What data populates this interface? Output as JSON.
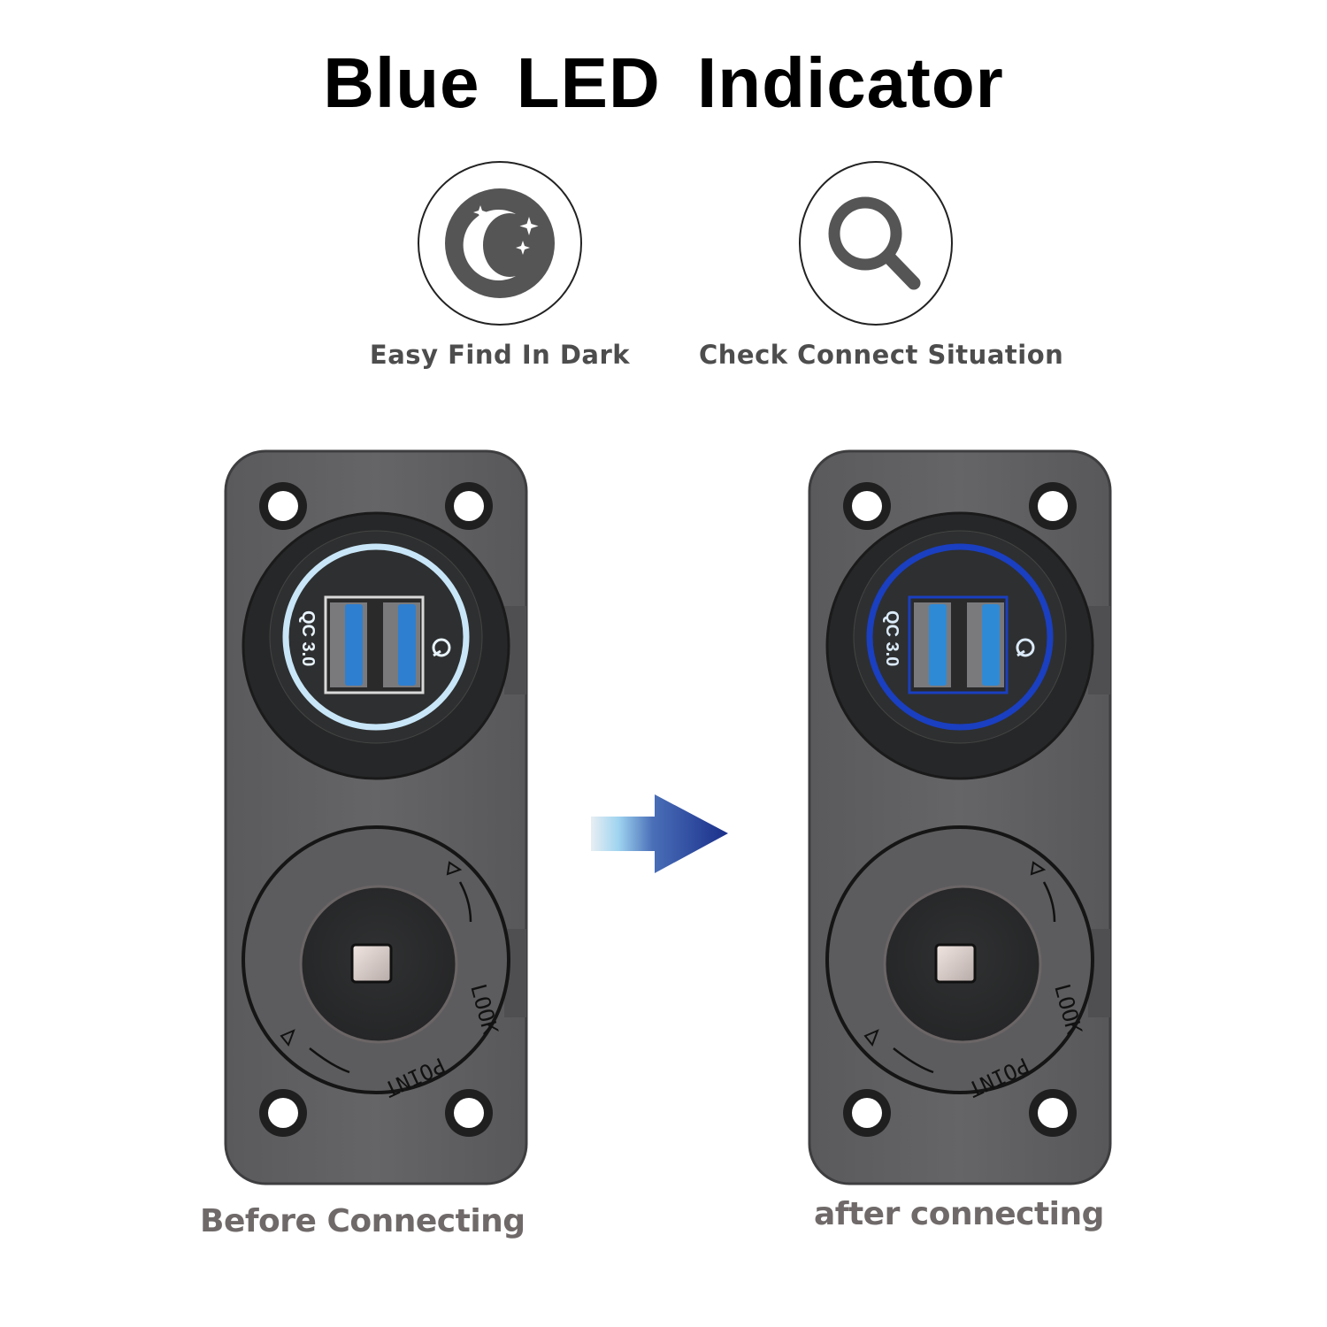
{
  "title": "Blue LED Indicator",
  "features": [
    {
      "icon": "moon-stars-icon",
      "label": "Easy Find In Dark"
    },
    {
      "icon": "magnifier-icon",
      "label": "Check Connect Situation"
    }
  ],
  "panels": [
    {
      "state": "before",
      "caption": "Before Connecting",
      "led_ring_color": "#c8e6f8",
      "socket_label": "QC 3.0",
      "cap_text_top": "LOOK",
      "cap_text_bottom": "POINT"
    },
    {
      "state": "after",
      "caption": "after connecting",
      "led_ring_color": "#1a3fc0",
      "socket_label": "QC 3.0",
      "cap_text_top": "LOOK",
      "cap_text_bottom": "POINT"
    }
  ],
  "arrow": {
    "direction": "right",
    "color_start": "#e8eef3",
    "color_mid": "#9fd4f0",
    "color_end": "#1a2f8a"
  },
  "colors": {
    "panel": "#5f5f61",
    "panel_edge": "#4a4a4c",
    "socket_dark": "#2f3031",
    "usb_blue": "#2f7fd0",
    "icon_gray": "#555555",
    "caption_gray": "#6f6a69"
  }
}
